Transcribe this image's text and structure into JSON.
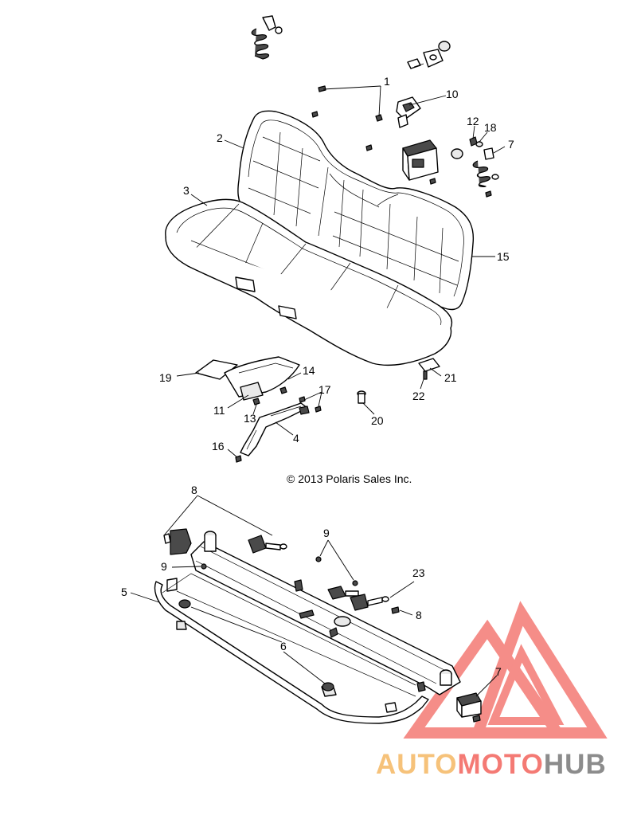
{
  "diagram": {
    "callouts": [
      {
        "id": "c1",
        "label": "1"
      },
      {
        "id": "c2",
        "label": "2"
      },
      {
        "id": "c3",
        "label": "3"
      },
      {
        "id": "c4",
        "label": "4"
      },
      {
        "id": "c5",
        "label": "5"
      },
      {
        "id": "c6",
        "label": "6"
      },
      {
        "id": "c7a",
        "label": "7"
      },
      {
        "id": "c7b",
        "label": "7"
      },
      {
        "id": "c8a",
        "label": "8"
      },
      {
        "id": "c8b",
        "label": "8"
      },
      {
        "id": "c9a",
        "label": "9"
      },
      {
        "id": "c9b",
        "label": "9"
      },
      {
        "id": "c10",
        "label": "10"
      },
      {
        "id": "c11",
        "label": "11"
      },
      {
        "id": "c12",
        "label": "12"
      },
      {
        "id": "c13",
        "label": "13"
      },
      {
        "id": "c14",
        "label": "14"
      },
      {
        "id": "c15",
        "label": "15"
      },
      {
        "id": "c16",
        "label": "16"
      },
      {
        "id": "c17",
        "label": "17"
      },
      {
        "id": "c18",
        "label": "18"
      },
      {
        "id": "c19",
        "label": "19"
      },
      {
        "id": "c20",
        "label": "20"
      },
      {
        "id": "c21",
        "label": "21"
      },
      {
        "id": "c22",
        "label": "22"
      },
      {
        "id": "c23",
        "label": "23"
      }
    ],
    "copyright": "© 2013 Polaris Sales Inc."
  },
  "watermark": {
    "part1": "AUTO",
    "part2": "MOTO",
    "part3": "HUB",
    "colors": {
      "primary": "#f47a74",
      "secondary": "#f6c27a",
      "tertiary": "#8c8c8c"
    }
  }
}
